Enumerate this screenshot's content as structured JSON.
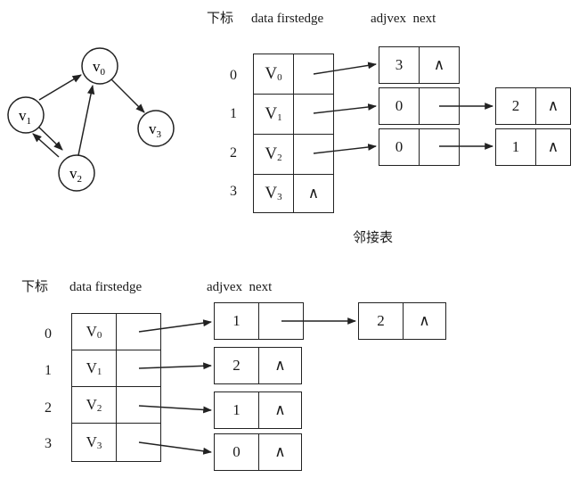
{
  "graph": {
    "nodes": [
      {
        "id": "v0",
        "base": "v",
        "sub": "0"
      },
      {
        "id": "v1",
        "base": "v",
        "sub": "1"
      },
      {
        "id": "v2",
        "base": "v",
        "sub": "2"
      },
      {
        "id": "v3",
        "base": "v",
        "sub": "3"
      }
    ],
    "edges": [
      {
        "from": "v1",
        "to": "v0"
      },
      {
        "from": "v2",
        "to": "v0"
      },
      {
        "from": "v0",
        "to": "v3"
      },
      {
        "from": "v1",
        "to": "v2"
      },
      {
        "from": "v2",
        "to": "v1"
      }
    ]
  },
  "adjacency": {
    "header": {
      "index": "下标",
      "fields": "data firstedge",
      "edge_fields": "adjvex  next"
    },
    "vertex_base": "V",
    "null_symbol": "∧",
    "caption": "邻接表",
    "rows": [
      {
        "index": "0",
        "sub": "0",
        "edges": [
          "3"
        ]
      },
      {
        "index": "1",
        "sub": "1",
        "edges": [
          "0",
          "2"
        ]
      },
      {
        "index": "2",
        "sub": "2",
        "edges": [
          "0",
          "1"
        ]
      },
      {
        "index": "3",
        "sub": "3",
        "edges": []
      }
    ]
  },
  "inverse": {
    "header": {
      "index": "下标",
      "fields": "data firstedge",
      "edge_fields": "adjvex  next"
    },
    "vertex_base": "V",
    "null_symbol": "∧",
    "rows": [
      {
        "index": "0",
        "sub": "0",
        "edges": [
          "1",
          "2"
        ]
      },
      {
        "index": "1",
        "sub": "1",
        "edges": [
          "2"
        ]
      },
      {
        "index": "2",
        "sub": "2",
        "edges": [
          "1"
        ]
      },
      {
        "index": "3",
        "sub": "3",
        "edges": [
          "0"
        ]
      }
    ]
  }
}
